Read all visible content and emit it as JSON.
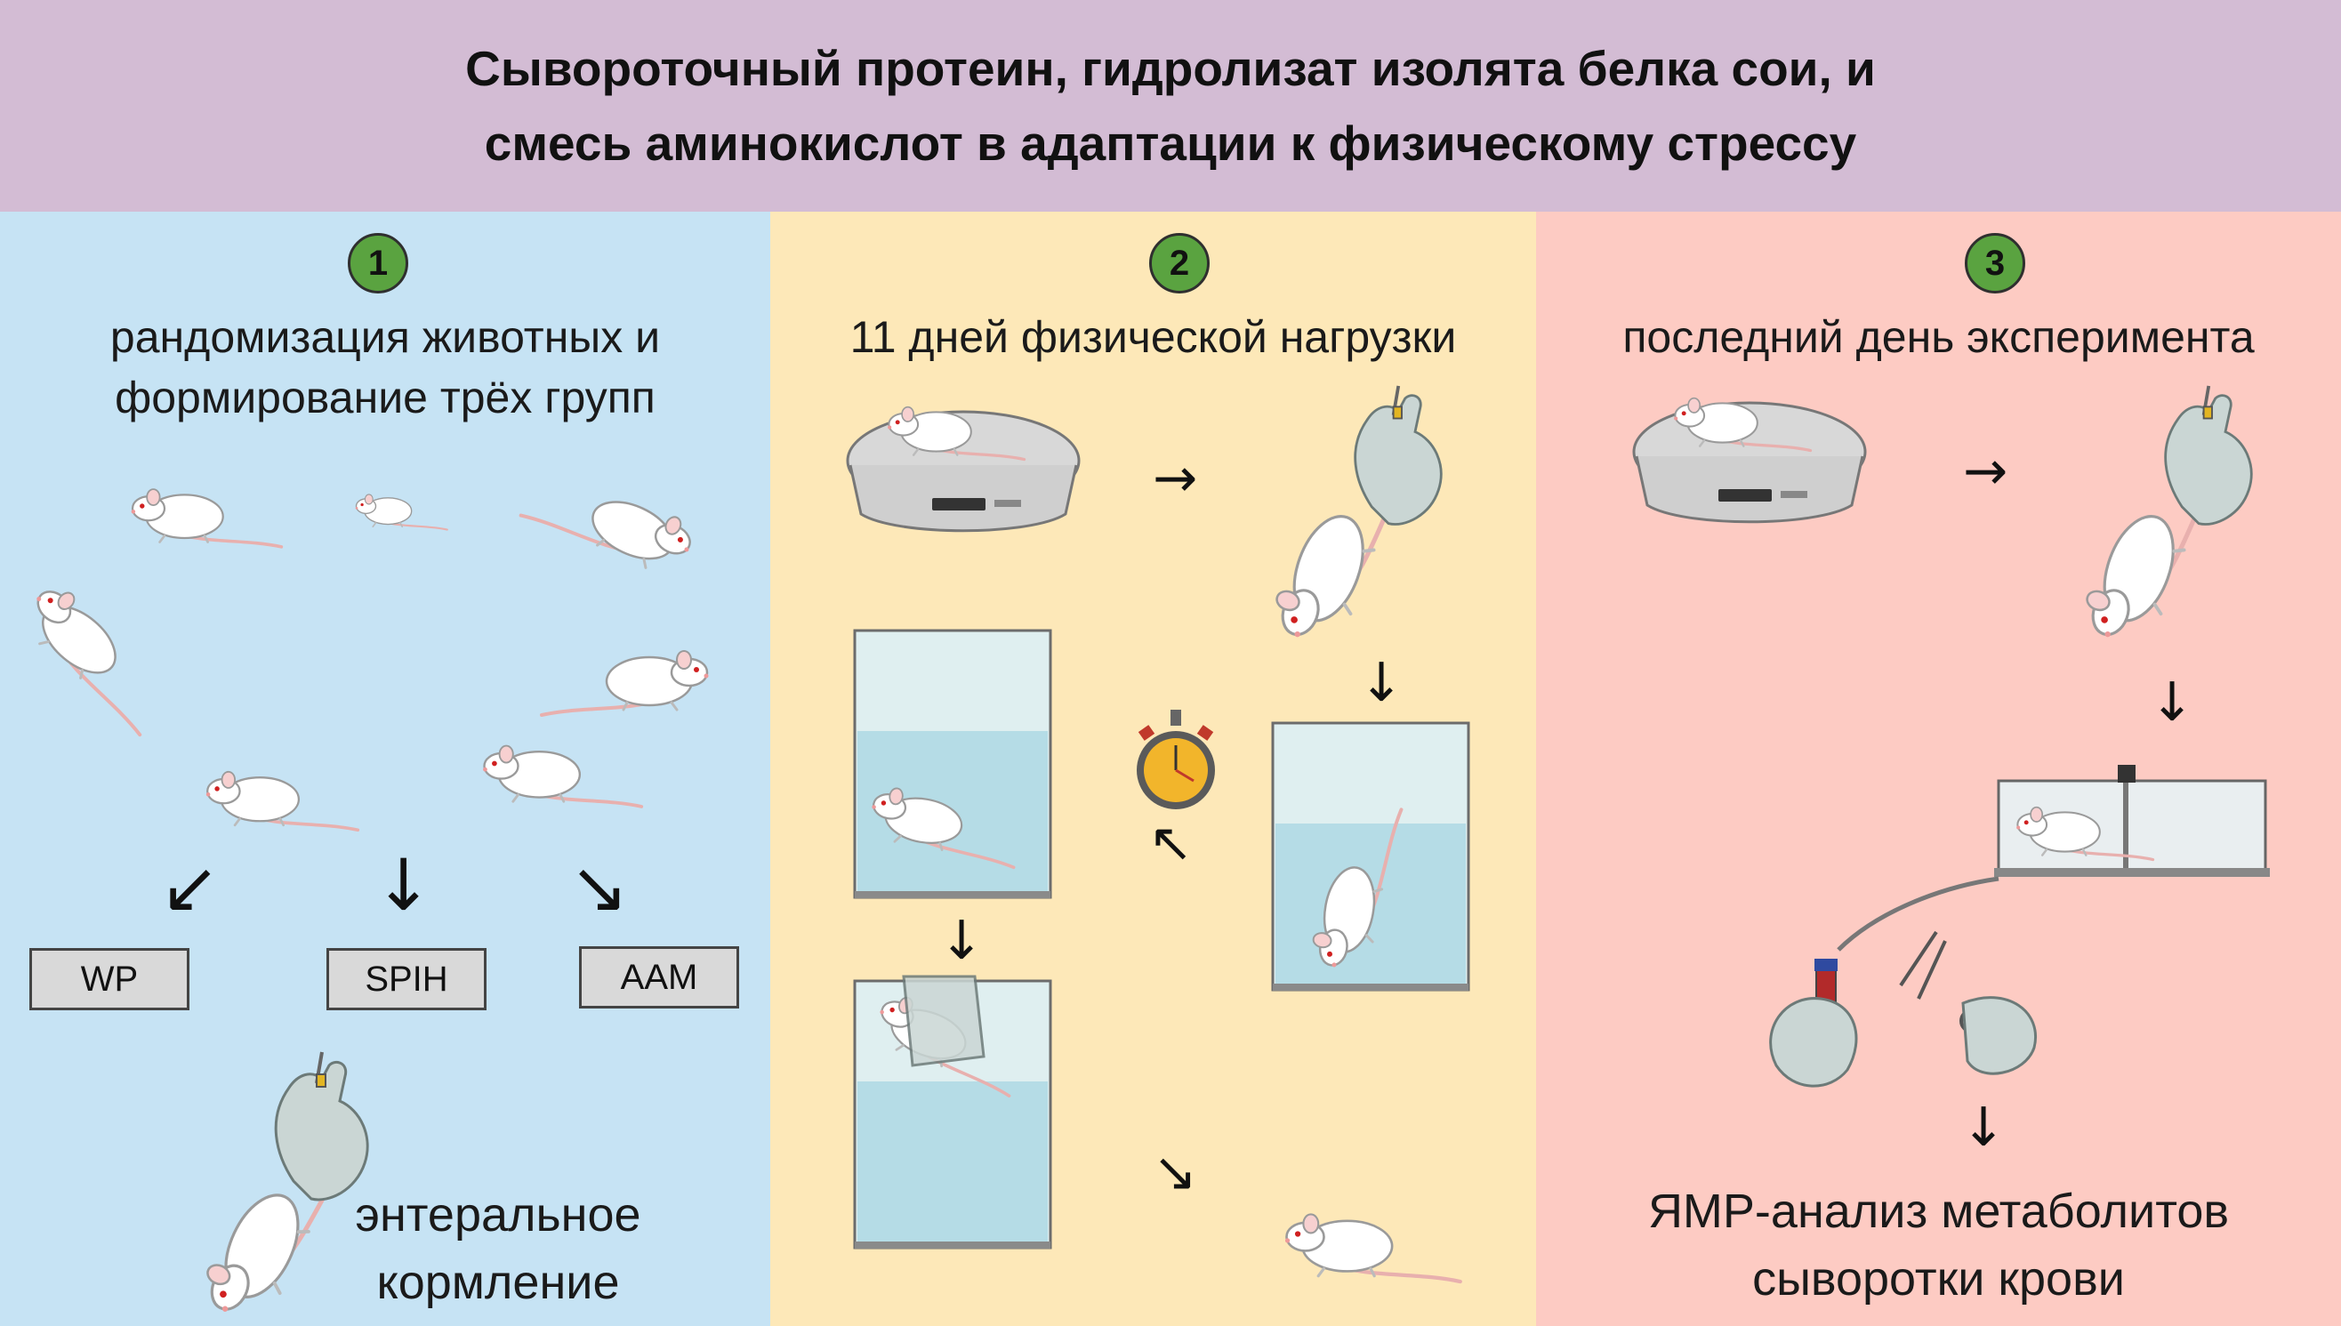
{
  "header": {
    "title_line1": "Сывороточный протеин, гидролизат изолята белка сои, и",
    "title_line2": "смесь аминокислот в адаптации к физическому стрессу"
  },
  "panel1": {
    "step": "1",
    "title_line1": "рандомизация животных и",
    "title_line2": "формирование трёх групп",
    "groups": [
      "WP",
      "SPIH",
      "AAM"
    ],
    "feeding_line1": "энтеральное",
    "feeding_line2": "кормление"
  },
  "panel2": {
    "step": "2",
    "title": "11  дней физической нагрузки"
  },
  "panel3": {
    "step": "3",
    "title": "последний день эксперимента",
    "result_line1": "ЯМР-анализ метаболитов",
    "result_line2": "сыворотки крови"
  },
  "colors": {
    "header_bg": "#d3bcd4",
    "panel1_bg": "#c6e3f4",
    "panel2_bg": "#fde8b8",
    "panel3_bg": "#fdcbc3",
    "badge": "#5aa340"
  }
}
